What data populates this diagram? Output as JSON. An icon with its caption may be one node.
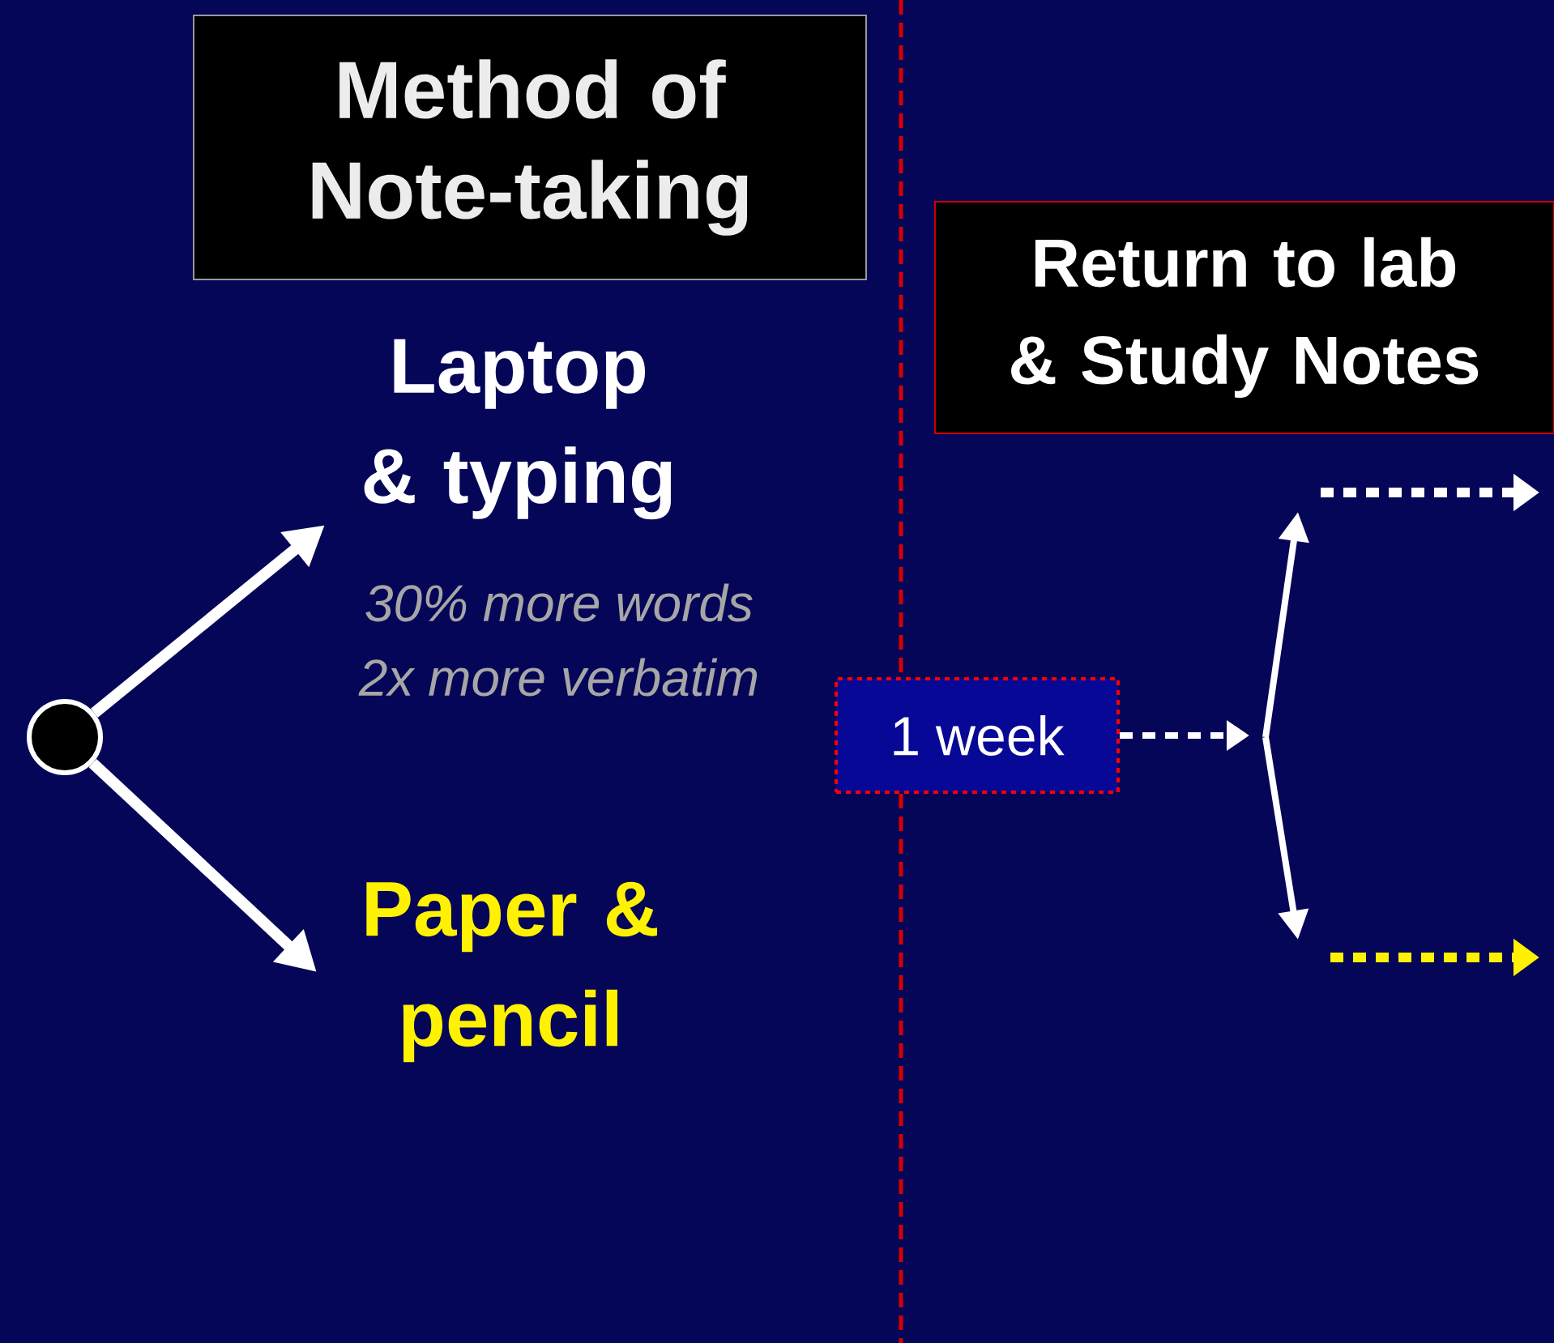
{
  "diagram": {
    "nodes": [
      {
        "text": [
          "Method of Note-taking"
        ]
      },
      {
        "text": [
          "Return to lab & Study Notes"
        ]
      },
      {
        "text": [],
        "shape": "circle"
      },
      {
        "text": [
          "Laptop & typing"
        ],
        "beside": [
          "30% more words",
          "2x more verbatim"
        ]
      },
      {
        "text": [
          "Paper & pencil"
        ]
      },
      {
        "text": [
          "1 week"
        ]
      }
    ],
    "edges": [
      {
        "from": 2,
        "to": 3,
        "arrow": "to"
      },
      {
        "from": 2,
        "to": 4,
        "arrow": "to"
      },
      {
        "from": 5,
        "to": null,
        "arrow": "to",
        "style": "dashed"
      }
    ]
  }
}
